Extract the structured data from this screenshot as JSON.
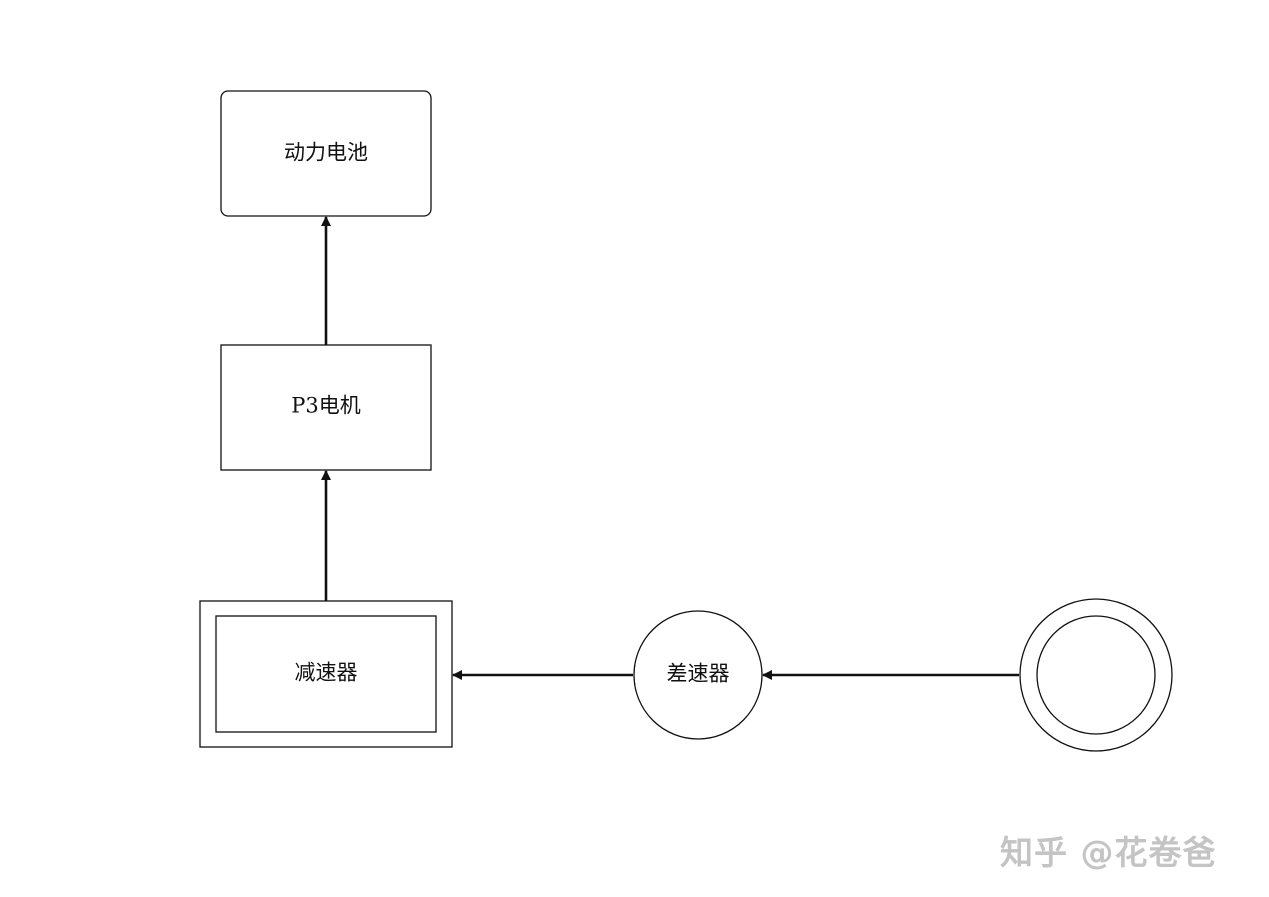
{
  "nodes": {
    "battery": {
      "label": "动力电池"
    },
    "motor": {
      "label": "P3电机"
    },
    "reducer": {
      "label": "减速器"
    },
    "differential": {
      "label": "差速器"
    },
    "wheel": {
      "label": ""
    }
  },
  "edges": [
    {
      "from": "motor",
      "to": "battery"
    },
    {
      "from": "reducer",
      "to": "motor"
    },
    {
      "from": "differential",
      "to": "reducer"
    },
    {
      "from": "wheel",
      "to": "differential"
    }
  ],
  "watermark": {
    "text": "知乎 @花卷爸"
  },
  "colors": {
    "stroke": "#111111",
    "watermark": "#c4c4c4"
  }
}
